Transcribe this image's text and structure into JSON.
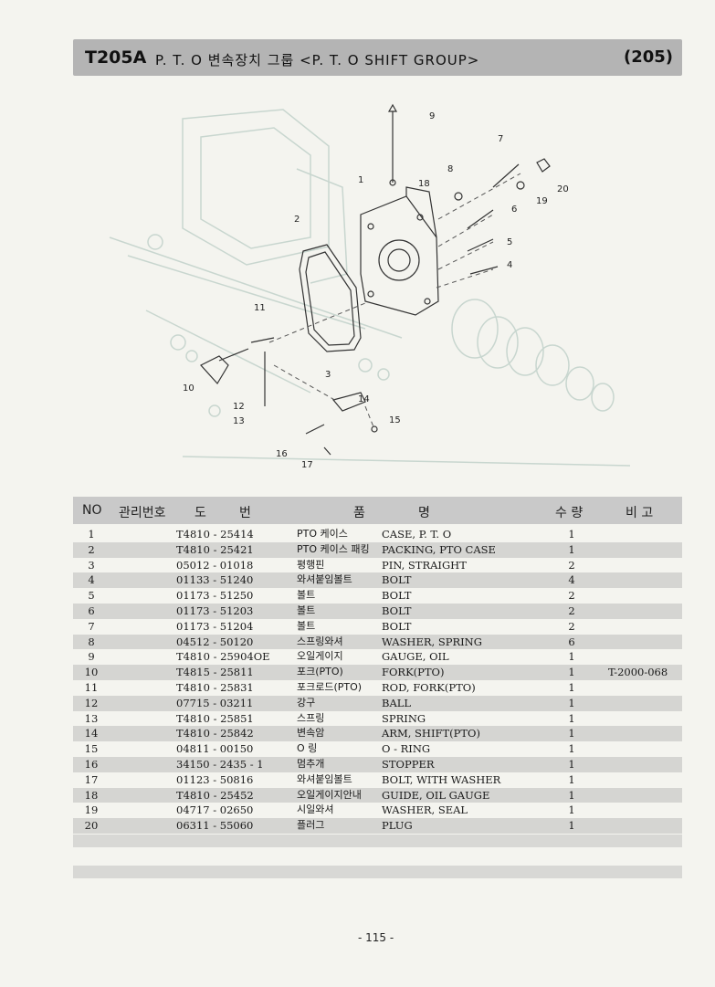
{
  "header": {
    "code": "T205A",
    "title": "P. T. O 변속장치 그룹 <P. T. O SHIFT  GROUP>",
    "page_ref": "(205)"
  },
  "diagram": {
    "callouts": [
      "1",
      "2",
      "3",
      "4",
      "5",
      "6",
      "7",
      "8",
      "9",
      "10",
      "11",
      "12",
      "13",
      "14",
      "15",
      "16",
      "17",
      "18",
      "19",
      "20"
    ]
  },
  "table": {
    "headers": {
      "no": "NO",
      "mgmt": "관리번호",
      "do": "도",
      "beon": "번",
      "pum": "품",
      "myeong": "명",
      "suryang": "수 량",
      "bigo": "비 고"
    },
    "rows": [
      {
        "no": "1",
        "part": "T4810 - 25414",
        "kr": "PTO 케이스",
        "en": "CASE, P. T. O",
        "qty": "1",
        "remark": ""
      },
      {
        "no": "2",
        "part": "T4810 - 25421",
        "kr": "PTO 케이스 패킹",
        "en": "PACKING, PTO CASE",
        "qty": "1",
        "remark": ""
      },
      {
        "no": "3",
        "part": "05012 - 01018",
        "kr": "평행핀",
        "en": "PIN, STRAIGHT",
        "qty": "2",
        "remark": ""
      },
      {
        "no": "4",
        "part": "01133 - 51240",
        "kr": "와셔붙임볼트",
        "en": "BOLT",
        "qty": "4",
        "remark": ""
      },
      {
        "no": "5",
        "part": "01173 - 51250",
        "kr": "볼트",
        "en": "BOLT",
        "qty": "2",
        "remark": ""
      },
      {
        "no": "6",
        "part": "01173 - 51203",
        "kr": "볼트",
        "en": "BOLT",
        "qty": "2",
        "remark": ""
      },
      {
        "no": "7",
        "part": "01173 - 51204",
        "kr": "볼트",
        "en": "BOLT",
        "qty": "2",
        "remark": ""
      },
      {
        "no": "8",
        "part": "04512 - 50120",
        "kr": "스프링와셔",
        "en": "WASHER, SPRING",
        "qty": "6",
        "remark": ""
      },
      {
        "no": "9",
        "part": "T4810 - 25904OE",
        "kr": "오일게이지",
        "en": "GAUGE, OIL",
        "qty": "1",
        "remark": ""
      },
      {
        "no": "10",
        "part": "T4815 - 25811",
        "kr": "포크(PTO)",
        "en": "FORK(PTO)",
        "qty": "1",
        "remark": "T-2000-068"
      },
      {
        "no": "11",
        "part": "T4810 - 25831",
        "kr": "포크로드(PTO)",
        "en": "ROD, FORK(PTO)",
        "qty": "1",
        "remark": ""
      },
      {
        "no": "12",
        "part": "07715 - 03211",
        "kr": "강구",
        "en": "BALL",
        "qty": "1",
        "remark": ""
      },
      {
        "no": "13",
        "part": "T4810 - 25851",
        "kr": "스프링",
        "en": "SPRING",
        "qty": "1",
        "remark": ""
      },
      {
        "no": "14",
        "part": "T4810 - 25842",
        "kr": "변속암",
        "en": "ARM, SHIFT(PTO)",
        "qty": "1",
        "remark": ""
      },
      {
        "no": "15",
        "part": "04811 - 00150",
        "kr": "O 링",
        "en": "O - RING",
        "qty": "1",
        "remark": ""
      },
      {
        "no": "16",
        "part": "34150 - 2435 - 1",
        "kr": "멈추개",
        "en": "STOPPER",
        "qty": "1",
        "remark": ""
      },
      {
        "no": "17",
        "part": "01123 - 50816",
        "kr": "와셔붙임볼트",
        "en": "BOLT, WITH WASHER",
        "qty": "1",
        "remark": ""
      },
      {
        "no": "18",
        "part": "T4810 - 25452",
        "kr": "오일게이지안내",
        "en": "GUIDE, OIL GAUGE",
        "qty": "1",
        "remark": ""
      },
      {
        "no": "19",
        "part": "04717 - 02650",
        "kr": "시일와셔",
        "en": "WASHER, SEAL",
        "qty": "1",
        "remark": ""
      },
      {
        "no": "20",
        "part": "06311 - 55060",
        "kr": "플러그",
        "en": "PLUG",
        "qty": "1",
        "remark": ""
      }
    ]
  },
  "footer": {
    "page_number": "- 115 -"
  }
}
